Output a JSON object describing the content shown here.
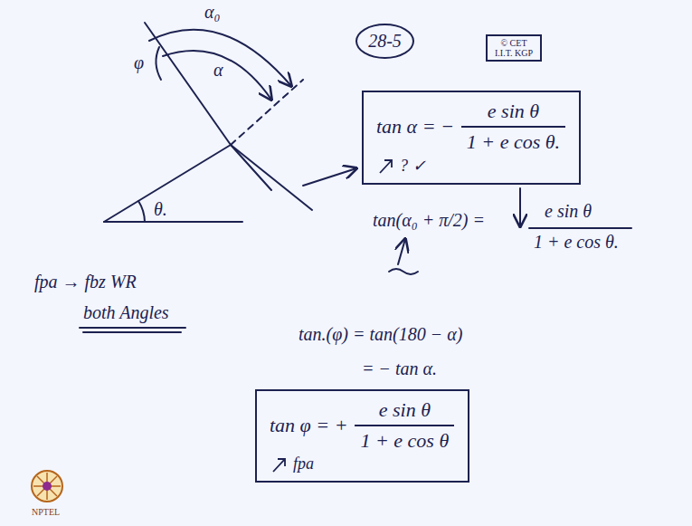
{
  "diagram": {
    "nodes": [
      {
        "text": [
          "28-5"
        ]
      },
      {
        "text": [
          "© CET I.I.T. KGP"
        ]
      },
      {
        "text": [
          "tan α = −",
          "e sin θ",
          "1 + e cos θ.",
          "? ✓"
        ]
      },
      {
        "text": [
          "tan φ = +",
          "e sin θ",
          "1 + e cos θ",
          "fpa"
        ]
      }
    ],
    "labels": [
      "α₀",
      "α",
      "φ",
      "θ.",
      "tan(α₀ + π/2) =",
      "e sin θ",
      "1 + e cos θ.",
      "fpa → fbz WR",
      "both Angles",
      "tan.(φ) = tan(180 − α)",
      "= − tan α.",
      "NPTEL"
    ]
  }
}
